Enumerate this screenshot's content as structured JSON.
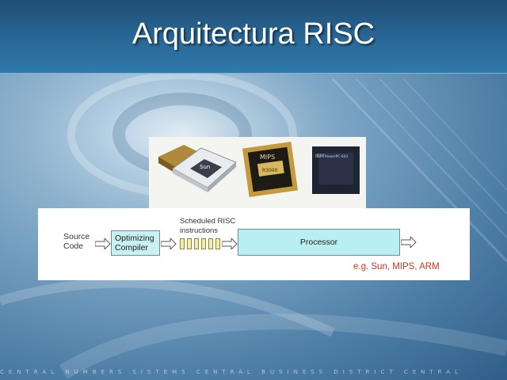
{
  "slide": {
    "title": "Arquitectura RISC",
    "footer_strip": "CENTRAL NUMBERS SISTEMS CENTRAL BUSINESS DISTRICT CENTRAL"
  },
  "diagram": {
    "source_label": "Source\nCode",
    "compiler_label": "Optimizing\nCompiler",
    "instructions_label": "Scheduled RISC\ninstructions",
    "processor_label": "Processor",
    "examples_label": "e.g. Sun, MIPS, ARM"
  },
  "photo": {
    "chip_brand_1": "Sun",
    "chip_brand_2": "MIPS",
    "chip_model_2": "R3000",
    "chip_brand_3": "IBM",
    "chip_model_3": "PowerPC 601"
  },
  "colors": {
    "processor_fill": "#b9eef2",
    "instruction_fill": "#f3f0a0",
    "example_text": "#d0331f",
    "title_text": "#ffffff"
  }
}
